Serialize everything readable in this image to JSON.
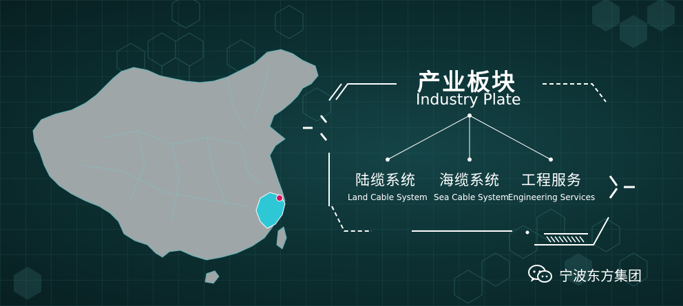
{
  "header": {
    "title_cn": "产业板块",
    "title_en": "Industry Plate"
  },
  "segments": [
    {
      "label_cn": "陆缆系统",
      "label_en": "Land Cable System"
    },
    {
      "label_cn": "海缆系统",
      "label_en": "Sea Cable System"
    },
    {
      "label_cn": "工程服务",
      "label_en": "Engineering Services"
    }
  ],
  "brand": {
    "name": "宁波东方集团",
    "icon": "wechat-icon"
  },
  "colors": {
    "background": "#0d3234",
    "map_fill": "#9ea6a8",
    "highlight_region": "#2ec7d6",
    "marker": "#d4145a",
    "accent": "#ffffff"
  }
}
